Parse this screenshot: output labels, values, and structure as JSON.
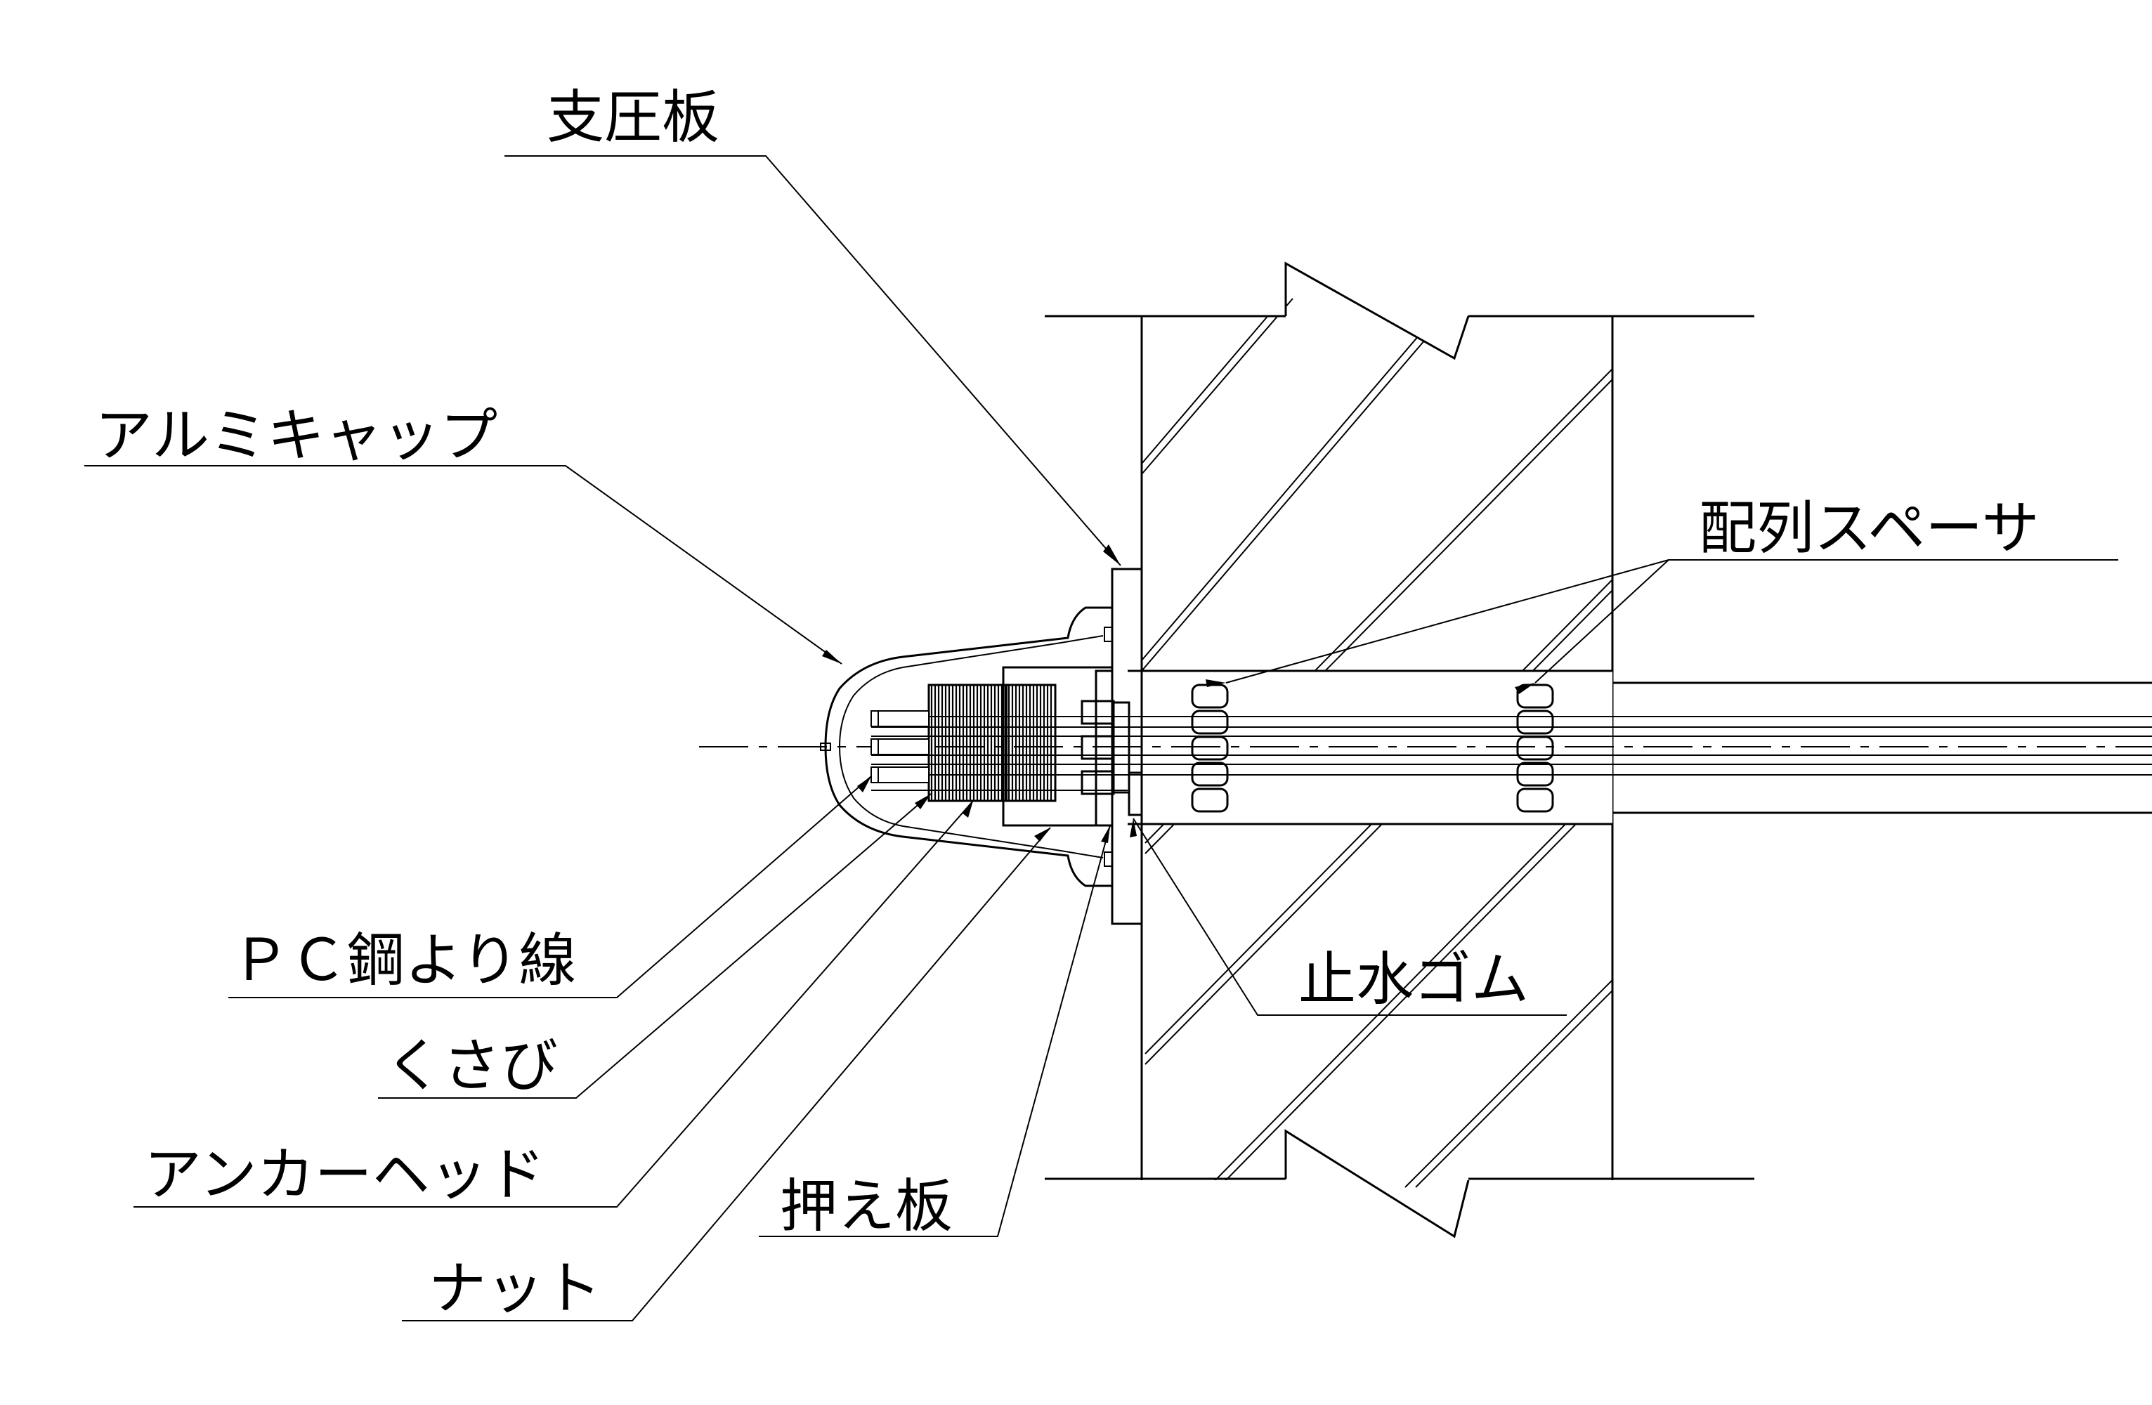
{
  "labels": {
    "bearing_plate": "支圧板",
    "aluminum_cap": "アルミキャップ",
    "array_spacer": "配列スペーサ",
    "pc_strand": "ＰＣ鋼より線",
    "waterstop_rubber": "止水ゴム",
    "wedge": "くさび",
    "anchor_head": "アンカーヘッド",
    "retainer_plate": "押え板",
    "nut": "ナット"
  }
}
